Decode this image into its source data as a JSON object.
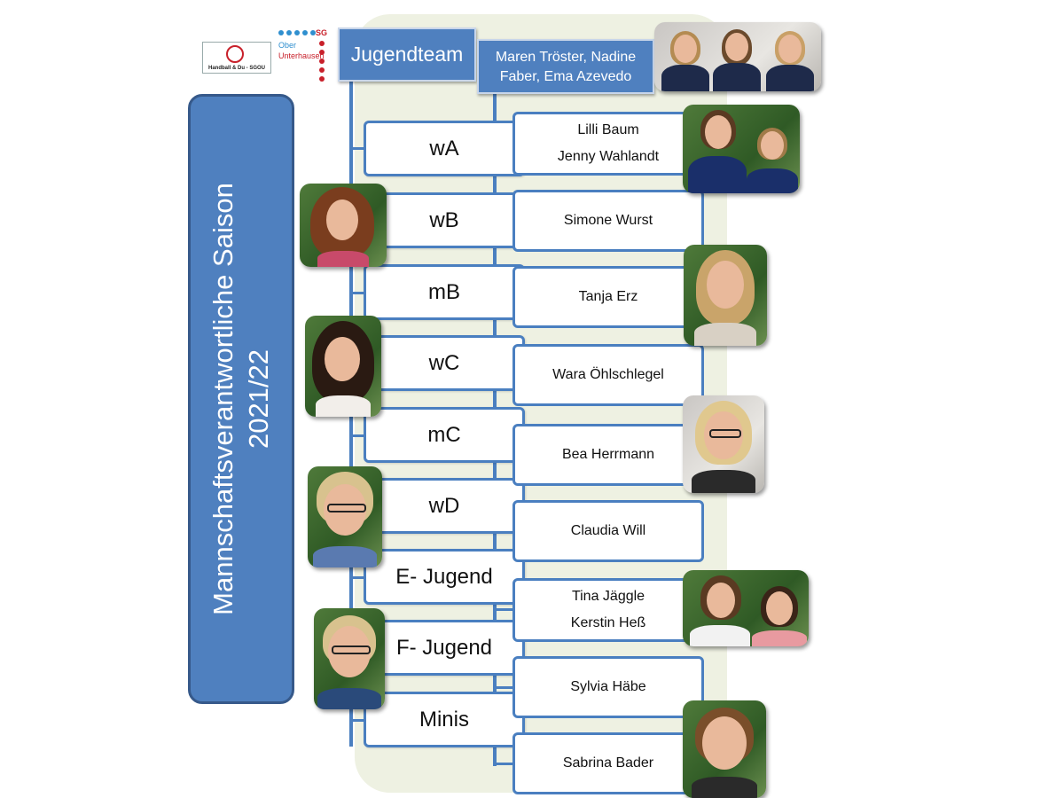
{
  "title": {
    "line1": "Mannschaftsverantwortliche Saison",
    "line2": "2021/22"
  },
  "logos": {
    "logo1_text": "Handball & Du - SGOU",
    "logo2_sg": "SG",
    "logo2_line1": "Ober",
    "logo2_line2": "Unterhausen"
  },
  "header": {
    "team": "Jugendteam",
    "people": "Maren Tröster, Nadine Faber, Ema Azevedo"
  },
  "teams": [
    {
      "name": "wA",
      "people": [
        "Lilli Baum",
        "Jenny Wahlandt"
      ]
    },
    {
      "name": "wB",
      "people": [
        "Simone Wurst"
      ]
    },
    {
      "name": "mB",
      "people": [
        "Tanja Erz"
      ]
    },
    {
      "name": "wC",
      "people": [
        "Wara Öhlschlegel"
      ]
    },
    {
      "name": "mC",
      "people": [
        "Bea Herrmann"
      ]
    },
    {
      "name": "wD",
      "people": [
        "Claudia Will"
      ]
    },
    {
      "name": "E- Jugend",
      "people": [
        "Tina Jäggle",
        "Kerstin Heß"
      ]
    },
    {
      "name": "F- Jugend",
      "people": [
        "Sylvia Häbe"
      ]
    },
    {
      "name": "Minis",
      "people": [
        "Sabrina Bader"
      ]
    }
  ],
  "colors": {
    "accent": "#4f80bf",
    "border": "#4a7fc0",
    "panel": "#eef1e2"
  }
}
